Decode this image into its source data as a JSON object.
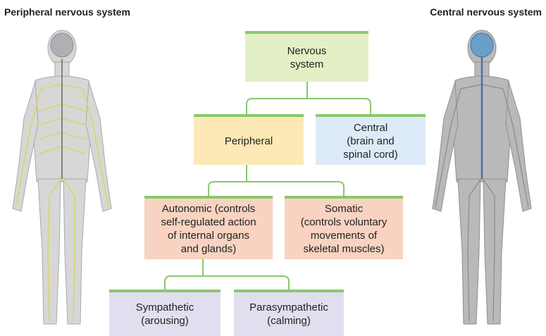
{
  "headings": {
    "left": "Peripheral nervous system",
    "right": "Central nervous system"
  },
  "boxes": {
    "nervous": "Nervous\nsystem",
    "peripheral": "Peripheral",
    "central": "Central\n(brain and\nspinal cord)",
    "autonomic": "Autonomic (controls\nself-regulated action\nof internal organs\nand glands)",
    "somatic": "Somatic\n(controls voluntary\nmovements of\nskeletal muscles)",
    "sympathetic": "Sympathetic\n(arousing)",
    "parasympathetic": "Parasympathetic\n(calming)"
  },
  "colors": {
    "connector": "#8ac86b",
    "nervous_box": "#e3efc5",
    "peripheral_box": "#fde9b6",
    "central_box": "#dcebf7",
    "autonomic_somatic_box": "#f8d3c1",
    "sympathetic_parasympathetic_box": "#e1def0",
    "peripheral_nerves": "#d9d66a",
    "central_nerves": "#3f73a8"
  }
}
